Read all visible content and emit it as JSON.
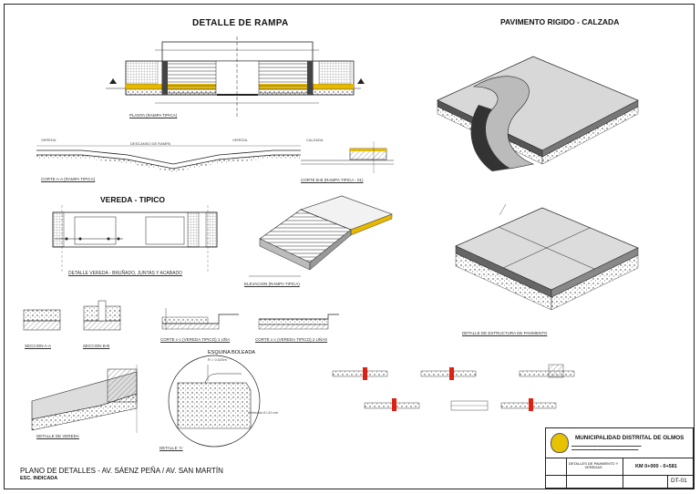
{
  "titles": {
    "rampa": "DETALLE DE RAMPA",
    "pavimento": "PAVIMENTO RIGIDO - CALZADA",
    "vereda": "VEREDA - TIPICO"
  },
  "labels": {
    "planta_rampa": "PLANTA (RAMPA TIPICA)",
    "corte_aa": "CORTE A-A (RAMPA TIPICA)",
    "corte_bb": "CORTE B-B (RAMPA TIPICA - 01)",
    "detalle_vereda_brunado": "DETALLE VEREDA - BRUÑADO, JUNTAS Y ACABADO",
    "elevacion": "ELEVACION (RAMPA TIPICA)",
    "seccion_aa": "SECCION A-A",
    "seccion_bb": "SECCION B-B",
    "corte_c1": "CORTE c-c (VEREDA TIPICO) 1 UÑA",
    "corte_c2": "CORTE c-c (VEREDA TIPICO) 2 UÑAS",
    "esquina": "ESQUINA BOLEADA",
    "radio": "R = 0.025m",
    "detalle_vereda": "DETALLE DE VEREDA",
    "detalle_a": "DETALLE 'A'",
    "afirmado": "Afirmado E=10 cm",
    "vereda_l": "VEREDA",
    "vereda_r": "VEREDA",
    "descanso": "DESCANSO DE RAMPA",
    "calzada": "CALZADA",
    "detalle_estructura": "DETALLE DE ESTRUCTURA DE PAVIMENTO"
  },
  "footer": {
    "plano": "PLANO DE DETALLES - AV. SÁENZ PEÑA / AV. SAN MARTÍN",
    "escala": "ESC. INDICADA"
  },
  "title_block": {
    "entity": "MUNICIPALIDAD DISTRITAL DE OLMOS",
    "sheet_name": "DETALLES DE PAVIMENTO Y VEREDAS",
    "km": "KM 0+000 - 0+581",
    "code": "DT-01"
  },
  "colors": {
    "accent_yellow": "#e6b800",
    "accent_red": "#d21",
    "line": "#222",
    "concrete": "#cfcfcf"
  }
}
